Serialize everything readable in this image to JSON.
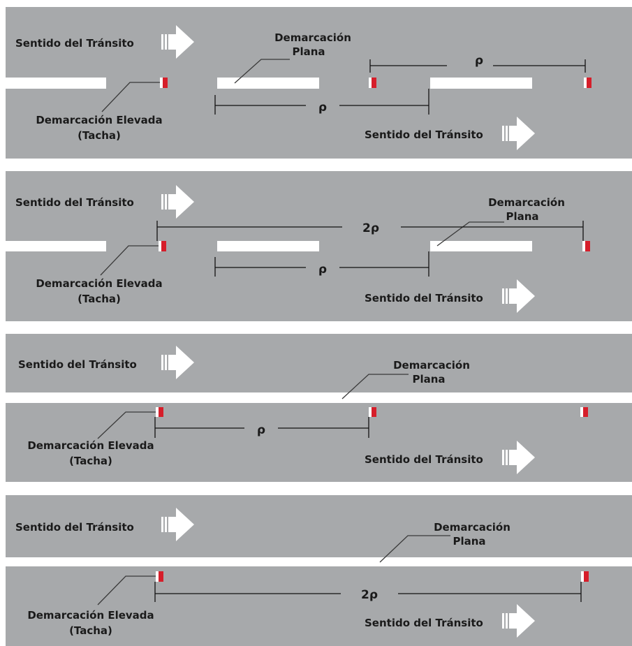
{
  "colors": {
    "road": "#a7a9ab",
    "marking": "#ffffff",
    "stud": "#d61e2a",
    "text": "#1a1a1a"
  },
  "labels": {
    "traffic_direction": "Sentido del Tránsito",
    "flat_marking_line1": "Demarcación",
    "flat_marking_line2": "Plana",
    "raised_marking_line1": "Demarcación Elevada",
    "raised_marking_line2": "(Tacha)",
    "rho": "ρ",
    "two_rho": "2ρ"
  },
  "icons": {
    "direction_arrow": "right-arrow-icon",
    "raised_stud": "raised-pavement-marker-icon"
  }
}
